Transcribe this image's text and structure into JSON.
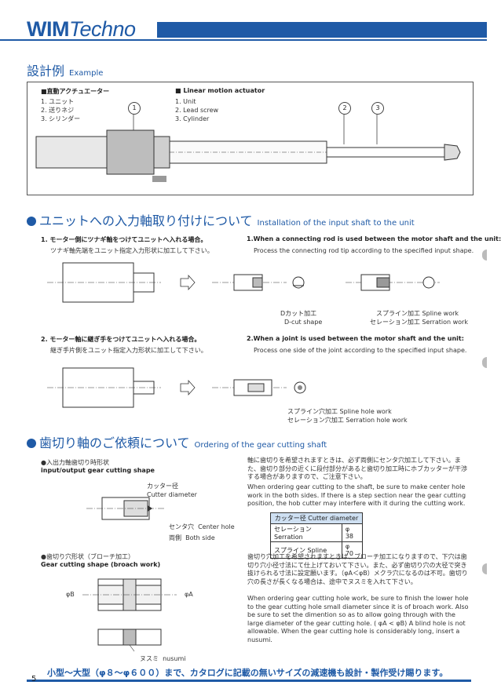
{
  "header": {
    "logo_wim": "WIM",
    "logo_techno": "Techno"
  },
  "example": {
    "title_jp": "設計例",
    "title_en": "Example",
    "jp_heading": "■直動アクチュエーター",
    "jp_items": [
      "1. ユニット",
      "2. 送りネジ",
      "3. シリンダー"
    ],
    "en_heading": "■ Linear motion actuator",
    "en_items": [
      "1. Unit",
      "2. Lead screw",
      "3. Cylinder"
    ],
    "callouts": [
      "1",
      "2",
      "3"
    ]
  },
  "input_shaft": {
    "title_jp": "ユニットへの入力軸取り付けについて",
    "title_en": "Installation of the input shaft to the unit",
    "case1_jp": "1. モーター側にツナギ軸をつけてユニットへ入れる場合。",
    "case1_jp_desc": "ツナギ軸先端をユニット指定入力形状に加工して下さい。",
    "case1_en": "1.When a connecting rod is used between the motor shaft and the unit:",
    "case1_en_desc": "Process the connecting rod tip according to the specified input shape.",
    "dcut_jp": "Dカット加工",
    "dcut_en": "D-cut shape",
    "spline_jp": "スプライン加工",
    "spline_en": "Spline work",
    "serration_jp": "セレーション加工",
    "serration_en": "Serration work",
    "case2_jp": "2. モーター軸に継ぎ手をつけてユニットへ入れる場合。",
    "case2_jp_desc": "継ぎ手片側をユニット指定入力形状に加工して下さい。",
    "case2_en": "2.When a joint is used between the motor shaft and the unit:",
    "case2_en_desc": "Process one side of the joint according to the specified input shape.",
    "spline_hole_jp": "スプライン穴加工",
    "spline_hole_en": "Spline hole work",
    "serration_hole_jp": "セレーション穴加工",
    "serration_hole_en": "Serration hole work"
  },
  "gear_shaft": {
    "title_jp": "歯切り軸のご依頼について",
    "title_en": "Ordering of the gear cutting shaft",
    "io_shape_jp": "●入出力軸歯切り時形状",
    "io_shape_en": "input/output gear cutting shape",
    "cutter_dia_jp": "カッター径",
    "cutter_dia_en": "Cutter diameter",
    "center_hole_jp": "センタ穴",
    "center_hole_en": "Center hole",
    "both_side_jp": "両側",
    "both_side_en": "Both side",
    "note1_jp": "軸に歯切りを希望されますときは、必ず両側にセンタ穴加工して下さい。また、歯切り部分の近くに段付部分があると歯切り加工時にホブカッターが干渉する場合がありますので、ご注意下さい。",
    "note1_en": "When ordering gear cutting to the shaft, be sure to make center hole work in the both sides. If there is a step section near the gear cutting position, the hob cutter may interfere with it during the cutting work.",
    "table": {
      "header": "カッター径  Cutter diameter",
      "rows": [
        {
          "name": "セレーション  Serration",
          "value": "φ 38"
        },
        {
          "name": "スプライン  Spline",
          "value": "φ 70"
        }
      ]
    },
    "broach_jp": "●歯切り穴形状（ブローチ加工）",
    "broach_en": "Gear cutting shape (broach work)",
    "phiB": "φB",
    "phiA": "φA",
    "nusumi_jp": "ヌスミ",
    "nusumi_en": "nusumi",
    "note2_jp": "歯切り穴加工を希望されますときは、ブローチ加工になりますので、下穴は歯切り穴小径寸法にて仕上げておいて下さい。また、必ず歯切り穴の大径で突き抜けられる寸法に設定願います。（φA＜φB）メクラ穴になるのは不可。歯切り穴の長さが長くなる場合は、途中でヌスミを入れて下さい。",
    "note2_en": "When ordering gear cutting hole work, be sure to finish the lower hole to the gear cutting hole small diameter since it is of broach work. Also be sure to set the dimention so as to allow going through with the large diameter of the gear cutting hole. ( φA < φB) A blind hole is not allowable. When the gear cutting hole is considerably long, insert a nusumi."
  },
  "footer": {
    "text": "小型～大型（φ８～φ６００）まで、カタログに記載の無いサイズの減速機も設計・製作受け賜ります。",
    "page": "5"
  },
  "colors": {
    "brand": "#1f5aa6",
    "table_header": "#cfe0f2"
  }
}
